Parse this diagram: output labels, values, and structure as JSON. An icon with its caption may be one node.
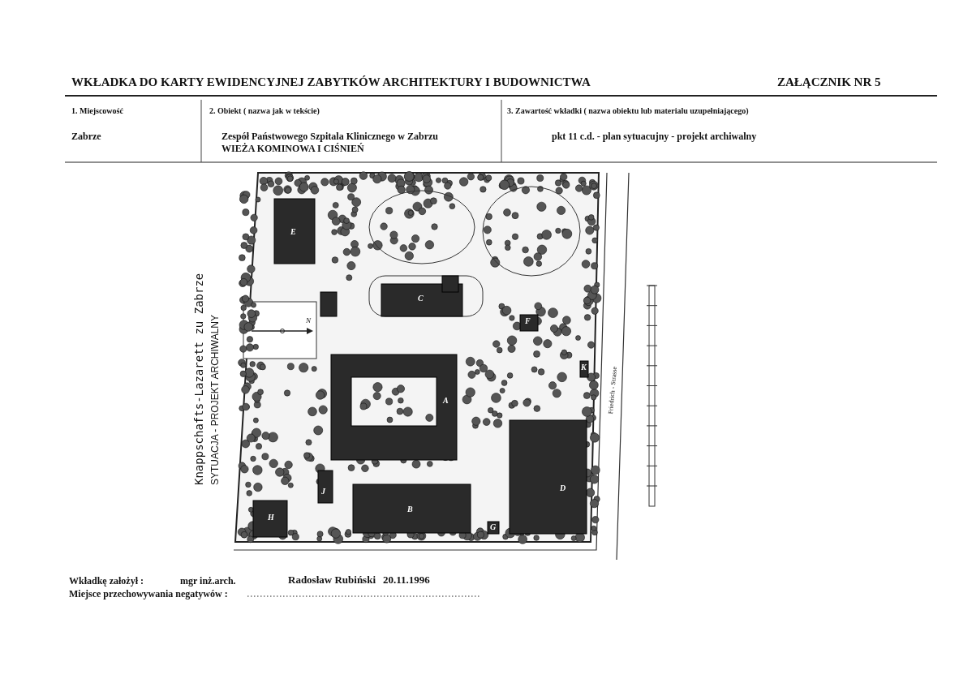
{
  "diagram": {
    "title": "WKŁADKA DO KARTY EWIDENCYJNEJ ZABYTKÓW ARCHITEKTURY I BUDOWNICTWA",
    "labels": [
      "ZAŁĄCZNIK NR 5",
      "1. Miejscowość",
      "2. Obiekt ( nazwa jak w tekście)",
      "3. Zawartość wkładki ( nazwa obiektu lub materialu uzupełniającego)",
      "Zabrze",
      "Zespół Państwowego Szpitala Klinicznego w Zabrzu",
      "WIEŻA KOMINOWA I CIŚNIEŃ",
      "pkt 11 c.d. - plan sytuacujny - projekt archiwalny",
      "Knappschafts-Lazarett zu Zabrze",
      "SYTUACJA - PROJEKT ARCHIWALNY",
      "E",
      "C",
      "F",
      "A",
      "K",
      "D",
      "J",
      "H",
      "B",
      "G",
      "N",
      "Friedrich - Strasse",
      "Wkładkę założył :",
      "mgr inż.arch.",
      "Radosław Rubiński",
      "20.11.1996",
      "Miejsce przechowywania negatywów :"
    ]
  }
}
